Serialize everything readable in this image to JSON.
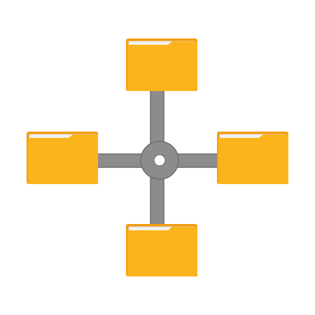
{
  "illustration": {
    "subject": "shared-folders-network-icon",
    "colors": {
      "background": "#ffffff",
      "connector": "#8c8c8c",
      "connector_outline": "#6e6e6e",
      "hub_hole": "#ffffff",
      "folder_front": "#fcb41c",
      "folder_back": "#f39c12",
      "paper": "#f2f2f2",
      "paper_edge": "#d9d9d9"
    },
    "folders": [
      {
        "id": "top",
        "icon": "folder-icon"
      },
      {
        "id": "left",
        "icon": "folder-icon"
      },
      {
        "id": "right",
        "icon": "folder-icon"
      },
      {
        "id": "bottom",
        "icon": "folder-icon"
      }
    ],
    "hub": {
      "icon": "network-hub-icon"
    }
  }
}
